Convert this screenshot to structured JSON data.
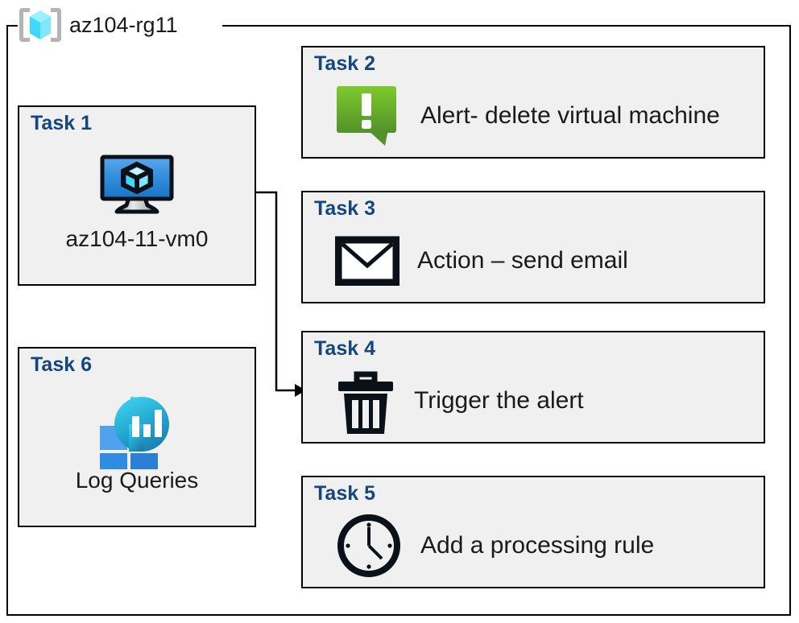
{
  "resource_group": {
    "name": "az104-rg11",
    "icon": "resource-group-cube-icon"
  },
  "colors": {
    "task_title": "#14477d",
    "card_fill": "#f0f0f0",
    "card_border": "#000000",
    "alert_green_light": "#79c72a",
    "alert_green_dark": "#55932a",
    "vm_screen_blue_light": "#54a3ea",
    "vm_screen_blue_dark": "#1a74c4",
    "log_cyan": "#35cbe8",
    "log_teal": "#1b87b5",
    "log_blue_light": "#4fa3ec",
    "log_blue_dark": "#2b7fd4",
    "rg_bracket_grey": "#b4b4b4",
    "icon_black": "#0a1118"
  },
  "cards": [
    {
      "id": "task-1",
      "title": "Task 1",
      "caption": "az104-11-vm0",
      "icon": "virtual-machine-icon",
      "column": "left"
    },
    {
      "id": "task-6",
      "title": "Task 6",
      "caption": "Log Queries",
      "icon": "log-analytics-icon",
      "column": "left"
    },
    {
      "id": "task-2",
      "title": "Task 2",
      "label": "Alert- delete virtual machine",
      "icon": "alert-exclamation-bubble-icon",
      "column": "right"
    },
    {
      "id": "task-3",
      "title": "Task 3",
      "label": "Action – send email",
      "icon": "envelope-icon",
      "column": "right"
    },
    {
      "id": "task-4",
      "title": "Task 4",
      "label": "Trigger the alert",
      "icon": "trash-can-icon",
      "column": "right"
    },
    {
      "id": "task-5",
      "title": "Task 5",
      "label": "Add a processing rule",
      "icon": "clock-icon",
      "column": "right"
    }
  ],
  "connector": {
    "from": "task-1-vm-icon",
    "to": "task-4-card",
    "arrow": "arrowhead-right"
  }
}
